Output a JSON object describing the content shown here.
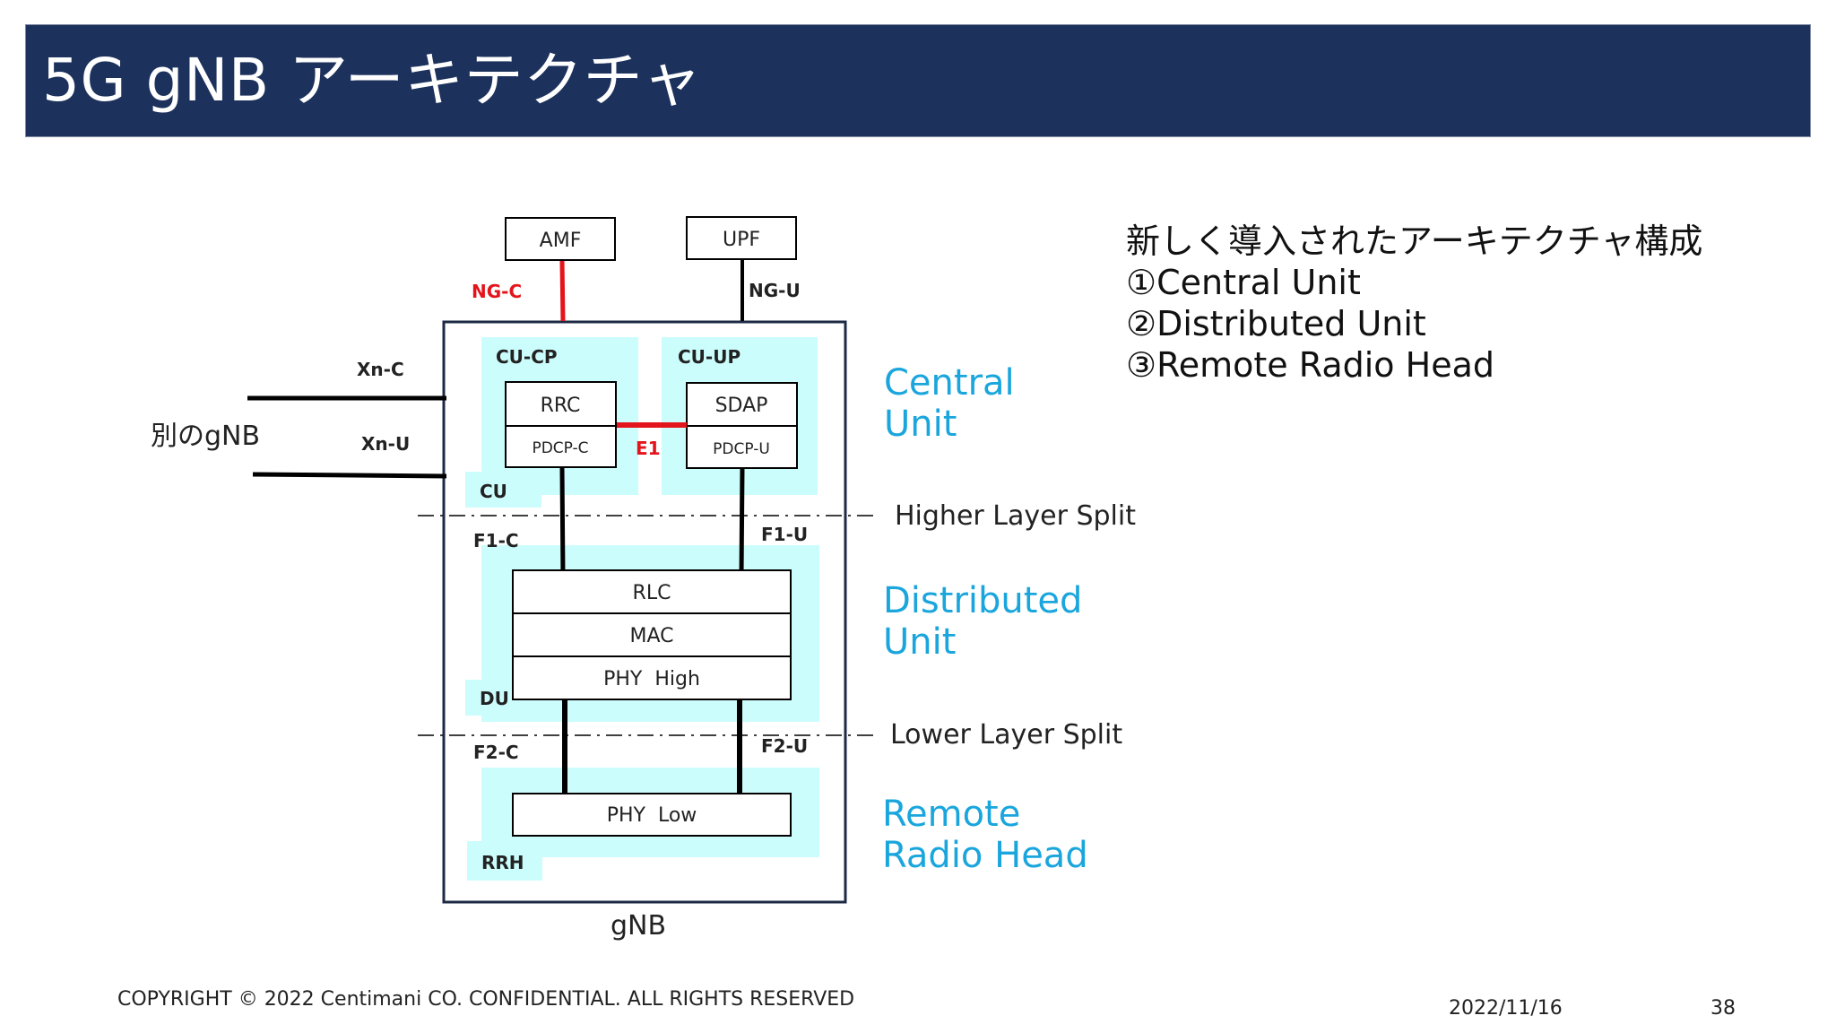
{
  "slide": {
    "title": "5G gNB アーキテクチャ",
    "page_number": "38",
    "date": "2022/11/16",
    "copyright": "COPYRIGHT © 2022 Centimani CO. CONFIDENTIAL. ALL RIGHTS RESERVED"
  },
  "notes": {
    "heading": "新しく導入されたアーキテクチャ構成",
    "items": [
      "①Central Unit",
      "②Distributed Unit",
      "③Remote Radio Head"
    ]
  },
  "diagram": {
    "core": {
      "amf": "AMF",
      "upf": "UPF"
    },
    "interfaces": {
      "ng_c": "NG-C",
      "ng_u": "NG-U",
      "xn_c": "Xn-C",
      "xn_u": "Xn-U",
      "e1": "E1",
      "f1_c": "F1-C",
      "f1_u": "F1-U",
      "f2_c": "F2-C",
      "f2_u": "F2-U"
    },
    "other_gnb": "別のgNB",
    "gnb_label": "gNB",
    "groups": {
      "cu_cp": "CU-CP",
      "cu_up": "CU-UP",
      "cu": "CU",
      "du": "DU",
      "rrh": "RRH"
    },
    "layers": {
      "rrc": "RRC",
      "pdcp_c": "PDCP-C",
      "sdap": "SDAP",
      "pdcp_u": "PDCP-U",
      "rlc": "RLC",
      "mac": "MAC",
      "phy_high": "PHY  High",
      "phy_low": "PHY  Low"
    },
    "unit_labels": {
      "central": [
        "Central",
        "Unit"
      ],
      "distributed": [
        "Distributed",
        "Unit"
      ],
      "remote": [
        "Remote",
        "Radio Head"
      ]
    },
    "splits": {
      "higher": "Higher Layer Split",
      "lower": "Lower Layer Split"
    },
    "colors": {
      "title_bar": "#1c315c",
      "group_fill": "#ccfdfd",
      "interface_red": "#e3141b",
      "unit_label": "#1aa6dd",
      "line": "#000000"
    }
  }
}
